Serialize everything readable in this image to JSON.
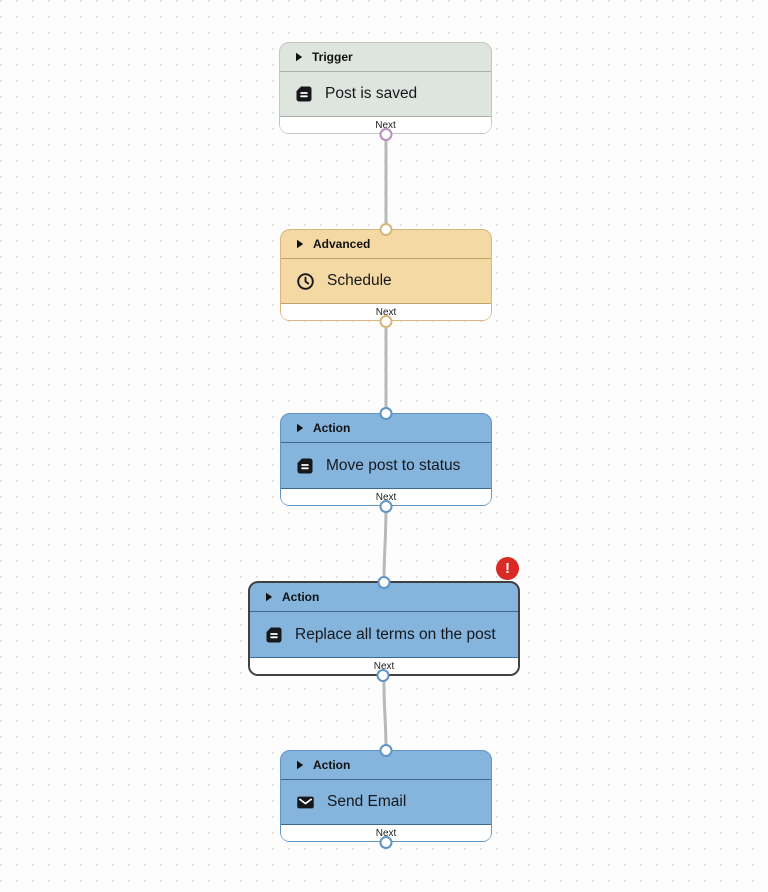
{
  "canvas": {
    "background_color": "#fdfdfd",
    "grid_dot_color": "#e2e2e2",
    "connector_color": "#b9b9b9"
  },
  "nodes": [
    {
      "category_label": "Trigger",
      "title": "Post is saved",
      "icon": "document-post-icon",
      "footer_label": "Next",
      "fill_color": "#dee4de",
      "border_color": "#c2c9c2",
      "handle_color": "#b78fba",
      "has_error": false
    },
    {
      "category_label": "Advanced",
      "title": "Schedule",
      "icon": "clock-icon",
      "footer_label": "Next",
      "fill_color": "#f4d9a5",
      "border_color": "#d7b77d",
      "handle_color": "#d7b77d",
      "has_error": false
    },
    {
      "category_label": "Action",
      "title": "Move post to status",
      "icon": "document-post-icon",
      "footer_label": "Next",
      "fill_color": "#85b4dd",
      "border_color": "#5f94c4",
      "handle_color": "#5f94c4",
      "has_error": false
    },
    {
      "category_label": "Action",
      "title": "Replace all terms on the post",
      "icon": "document-post-icon",
      "footer_label": "Next",
      "fill_color": "#85b4dd",
      "border_color": "#414141",
      "handle_color": "#5f94c4",
      "has_error": true,
      "error_badge": "!",
      "selected": true
    },
    {
      "category_label": "Action",
      "title": "Send Email",
      "icon": "mail-icon",
      "footer_label": "Next",
      "fill_color": "#85b4dd",
      "border_color": "#5f94c4",
      "handle_color": "#5f94c4",
      "has_error": false
    }
  ],
  "edges": [
    {
      "from": "Post is saved",
      "to": "Schedule",
      "via": "Next"
    },
    {
      "from": "Schedule",
      "to": "Move post to status",
      "via": "Next"
    },
    {
      "from": "Move post to status",
      "to": "Replace all terms on the post",
      "via": "Next"
    },
    {
      "from": "Replace all terms on the post",
      "to": "Send Email",
      "via": "Next"
    }
  ]
}
